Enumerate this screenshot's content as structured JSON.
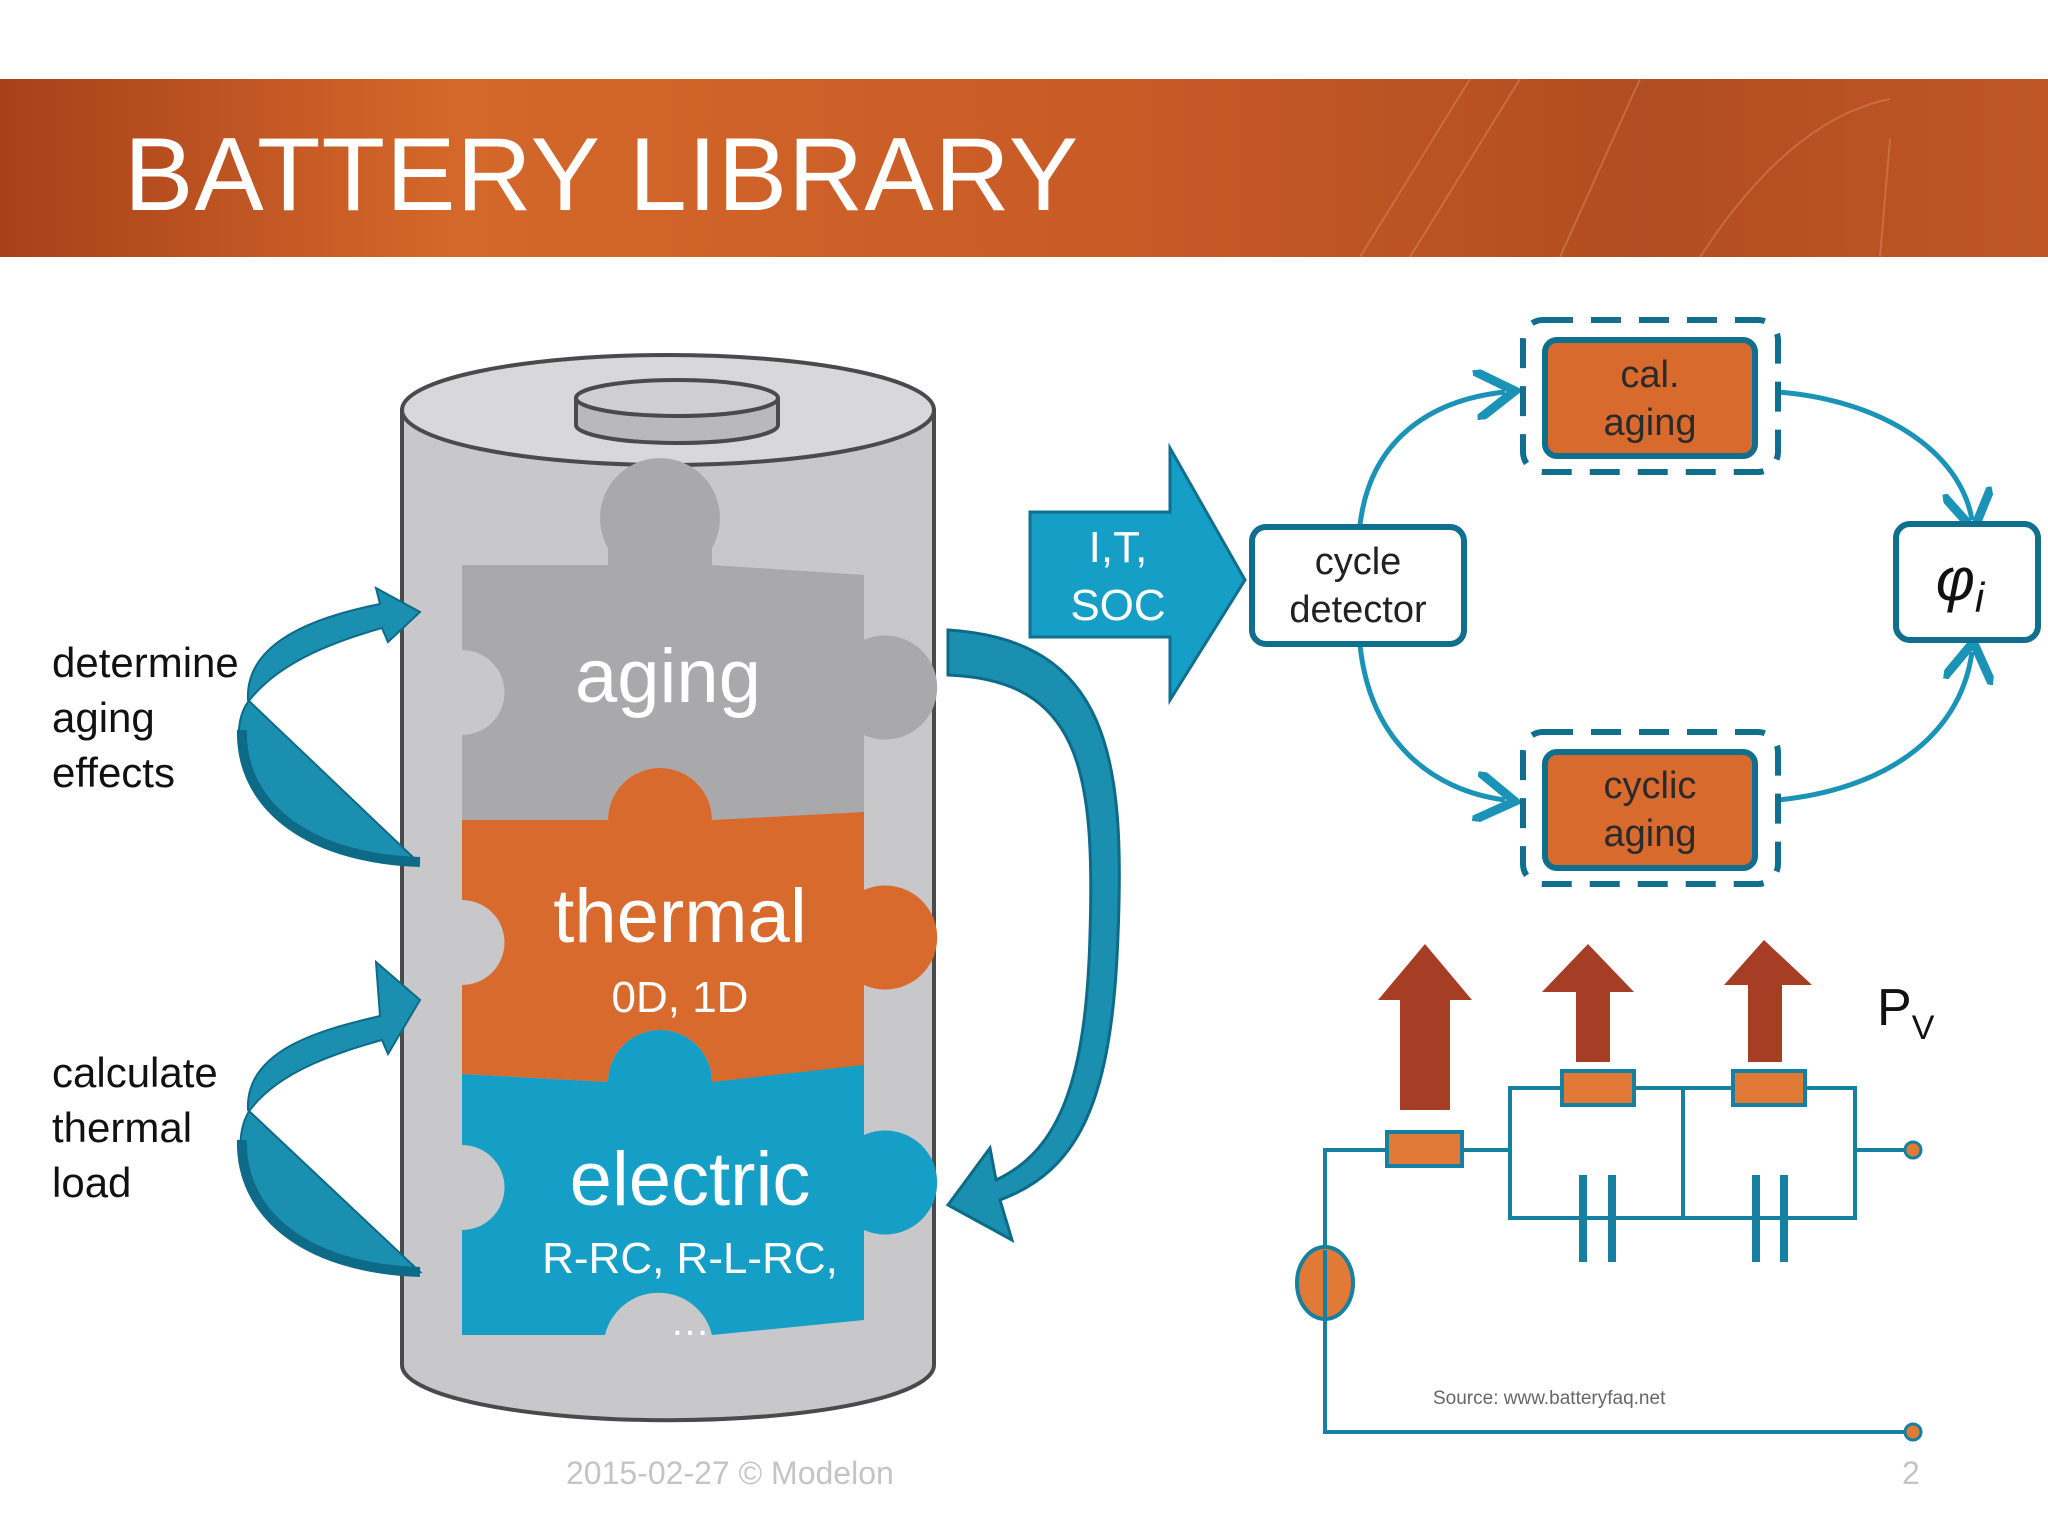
{
  "header": {
    "title": "BATTERY LIBRARY"
  },
  "battery": {
    "layers": [
      {
        "label": "aging",
        "sub": ""
      },
      {
        "label": "thermal",
        "sub": "0D, 1D"
      },
      {
        "label": "electric",
        "sub": "R-RC, R-L-RC,",
        "ellipsis": "…"
      }
    ]
  },
  "annotations": {
    "determine": [
      "determine",
      "aging",
      "effects"
    ],
    "calculate": [
      "calculate",
      "thermal",
      "load"
    ]
  },
  "arrow": {
    "lines": [
      "I,T,",
      "SOC"
    ]
  },
  "aging_model": {
    "cycle_detector": [
      "cycle",
      "detector"
    ],
    "cal_aging": [
      "cal.",
      "aging"
    ],
    "cyclic_aging": [
      "cyclic",
      "aging"
    ],
    "output": {
      "symbol": "φ",
      "subscript": "i"
    }
  },
  "circuit": {
    "label": "P",
    "label_sub": "V",
    "source": "Source: www.batteryfaq.net"
  },
  "footer": {
    "date_copyright": "2015-02-27 © Modelon",
    "page": "2"
  },
  "colors": {
    "orange": "#d96a2e",
    "blue": "#169fc6",
    "teal_dark": "#0f6f8c",
    "gray": "#a9a9ab",
    "heat": "#a63d25"
  }
}
